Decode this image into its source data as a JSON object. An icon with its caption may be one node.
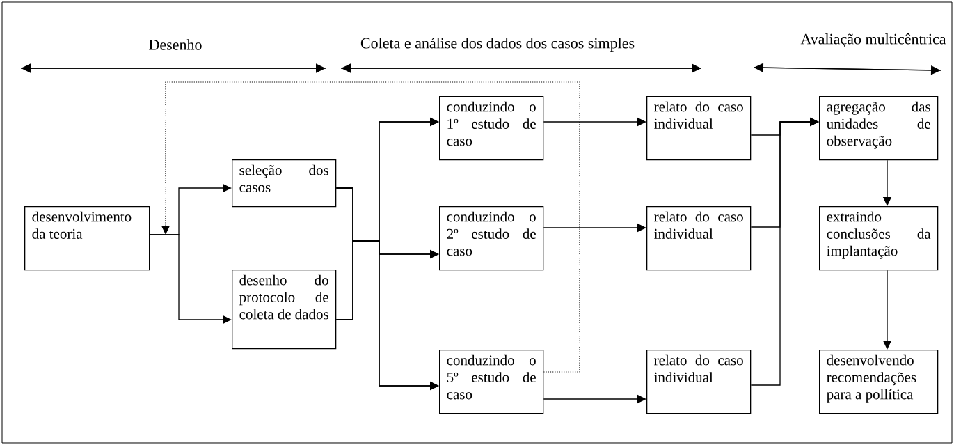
{
  "diagram": {
    "nodes": [
      {
        "text": [
          "desenvolvimento da teoria"
        ]
      },
      {
        "text": [
          "seleção dos casos"
        ]
      },
      {
        "text": [
          "desenho do protocolo de coleta de dados"
        ]
      },
      {
        "text": [
          "conduzindo o 1º estudo de caso"
        ]
      },
      {
        "text": [
          "conduzindo o 2º estudo de caso"
        ]
      },
      {
        "text": [
          "conduzindo o 5º estudo de caso"
        ]
      },
      {
        "text": [
          "relato do caso individual"
        ]
      },
      {
        "text": [
          "relato do caso individual"
        ]
      },
      {
        "text": [
          "relato do caso individual"
        ]
      },
      {
        "text": [
          "agregação das unidades de observação"
        ]
      },
      {
        "text": [
          "extraindo conclusões da implantação"
        ]
      },
      {
        "text": [
          "desenvolvendo recomendações para a pollítica"
        ]
      }
    ],
    "edges": [
      {
        "from": 0,
        "to": 1,
        "arrow": "to"
      },
      {
        "from": 0,
        "to": 2,
        "arrow": "to"
      },
      {
        "from": 1,
        "to": 3,
        "arrow": "to"
      },
      {
        "from": 1,
        "to": 4,
        "arrow": "to"
      },
      {
        "from": 1,
        "to": 5,
        "arrow": "to"
      },
      {
        "from": 2,
        "to": 3,
        "arrow": "to"
      },
      {
        "from": 2,
        "to": 4,
        "arrow": "to"
      },
      {
        "from": 2,
        "to": 5,
        "arrow": "to"
      },
      {
        "from": 3,
        "to": 6,
        "arrow": "to"
      },
      {
        "from": 4,
        "to": 7,
        "arrow": "to"
      },
      {
        "from": 5,
        "to": 8,
        "arrow": "to"
      },
      {
        "from": 6,
        "to": 9,
        "arrow": "to"
      },
      {
        "from": 7,
        "to": 9,
        "arrow": "to"
      },
      {
        "from": 8,
        "to": 9,
        "arrow": "to"
      },
      {
        "from": 9,
        "to": 10,
        "arrow": "to"
      },
      {
        "from": 10,
        "to": 11,
        "arrow": "to"
      },
      {
        "from": 5,
        "to": null,
        "arrow": "to",
        "style": "dashed"
      }
    ],
    "labels": [
      "Desenho",
      "Coleta e análise dos dados dos casos simples",
      "Avaliação multicêntrica"
    ]
  }
}
